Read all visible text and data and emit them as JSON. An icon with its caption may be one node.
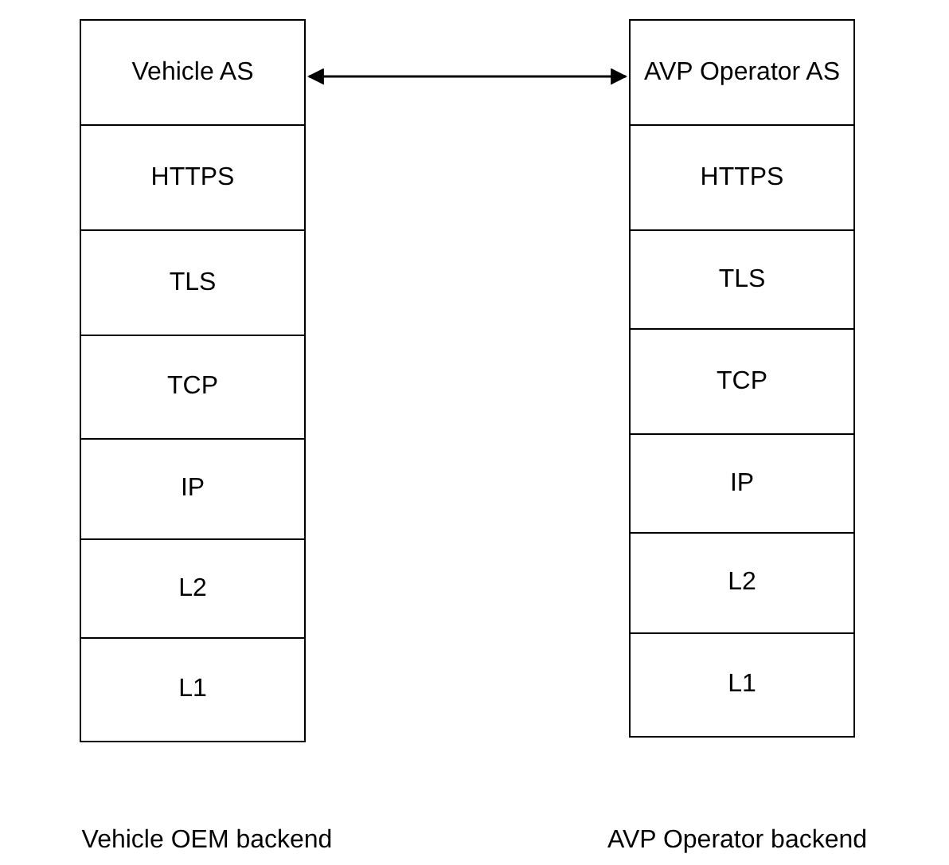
{
  "diagram": {
    "nodes": [
      {
        "text": [
          "Vehicle AS"
        ]
      },
      {
        "text": [
          "HTTPS"
        ]
      },
      {
        "text": [
          "TLS"
        ]
      },
      {
        "text": [
          "TCP"
        ]
      },
      {
        "text": [
          "IP"
        ]
      },
      {
        "text": [
          "L2"
        ]
      },
      {
        "text": [
          "L1"
        ]
      },
      {
        "text": [
          "AVP Operator AS"
        ]
      },
      {
        "text": [
          "HTTPS"
        ]
      },
      {
        "text": [
          "TLS"
        ]
      },
      {
        "text": [
          "TCP"
        ]
      },
      {
        "text": [
          "IP"
        ]
      },
      {
        "text": [
          "L2"
        ]
      },
      {
        "text": [
          "L1"
        ]
      }
    ],
    "edges": [
      {
        "from": 0,
        "to": 7,
        "arrow": "both"
      }
    ],
    "labels": [
      "Vehicle OEM backend",
      "AVP Operator backend"
    ]
  }
}
